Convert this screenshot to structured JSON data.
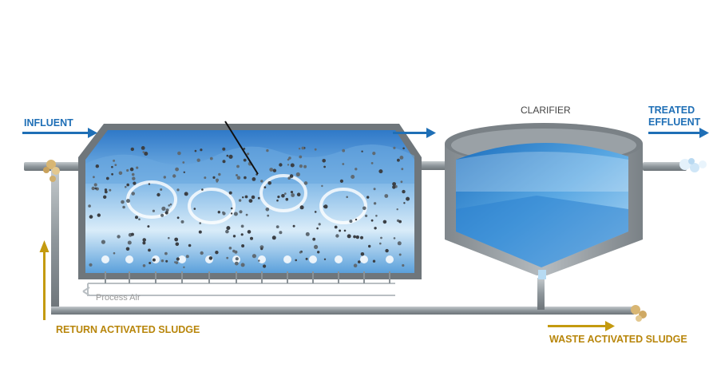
{
  "labels": {
    "influent": "INFLUENT",
    "clarifier": "CLARIFIER",
    "treated_line1": "TREATED",
    "treated_line2": "EFFLUENT",
    "process_air": "Process Air",
    "return_sludge": "RETURN ACTIVATED SLUDGE",
    "waste_sludge": "WASTE ACTIVATED SLUDGE"
  },
  "colors": {
    "flow_arrow": "#1f6fb6",
    "sludge_arrow": "#c49a0f",
    "pipe": "#8f979d",
    "tank_wall": "#6f767b",
    "water": "#3d8fd6"
  },
  "icons": {
    "flow": "arrow-right-icon",
    "sludge": "arrow-up-icon"
  }
}
